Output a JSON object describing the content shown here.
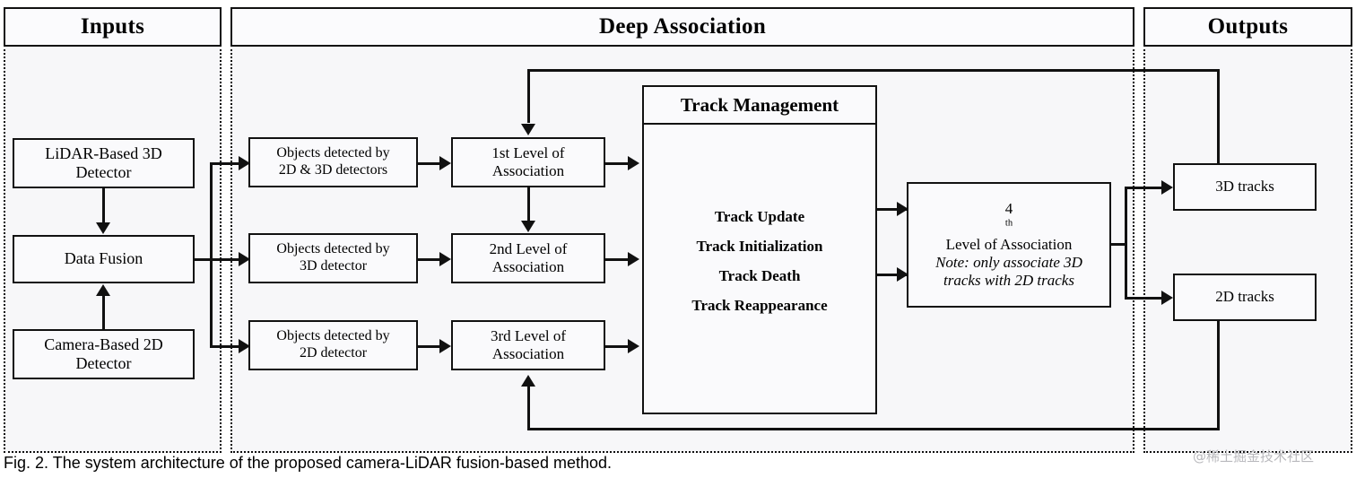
{
  "figure": {
    "caption": "Fig. 2. The system architecture of the proposed camera-LiDAR fusion-based method.",
    "watermark": "@稀土掘金技术社区"
  },
  "panels": {
    "inputs": {
      "title": "Inputs"
    },
    "deep_association": {
      "title": "Deep Association"
    },
    "outputs": {
      "title": "Outputs"
    }
  },
  "inputs": {
    "boxes": [
      {
        "line1": "LiDAR-Based 3D",
        "line2": "Detector"
      },
      {
        "line1": "Data Fusion",
        "line2": ""
      },
      {
        "line1": "Camera-Based 2D",
        "line2": "Detector"
      }
    ]
  },
  "deep_association": {
    "detections": [
      {
        "line1": "Objects detected by",
        "line2": "2D & 3D detectors"
      },
      {
        "line1": "Objects detected by",
        "line2": "3D detector"
      },
      {
        "line1": "Objects detected by",
        "line2": "2D detector"
      }
    ],
    "levels": [
      {
        "line1": "1st Level of",
        "line2": "Association"
      },
      {
        "line1": "2nd Level of",
        "line2": "Association"
      },
      {
        "line1": "3rd Level of",
        "line2": "Association"
      }
    ],
    "track_management": {
      "title": "Track Management",
      "items": [
        "Track Update",
        "Track Initialization",
        "Track Death",
        "Track Reappearance"
      ]
    },
    "level4": {
      "title_num": "4",
      "title_sup": "th",
      "title_rest": " Level of Association",
      "note_line1": "Note: only associate 3D",
      "note_line2": "tracks with 2D tracks"
    }
  },
  "outputs": {
    "boxes": [
      {
        "label": "3D tracks"
      },
      {
        "label": "2D tracks"
      }
    ]
  },
  "colors": {
    "stroke": "#111111",
    "panel_fill": "#f7f7f9",
    "box_fill": "#fafafc",
    "watermark": "#b9b9bd"
  }
}
